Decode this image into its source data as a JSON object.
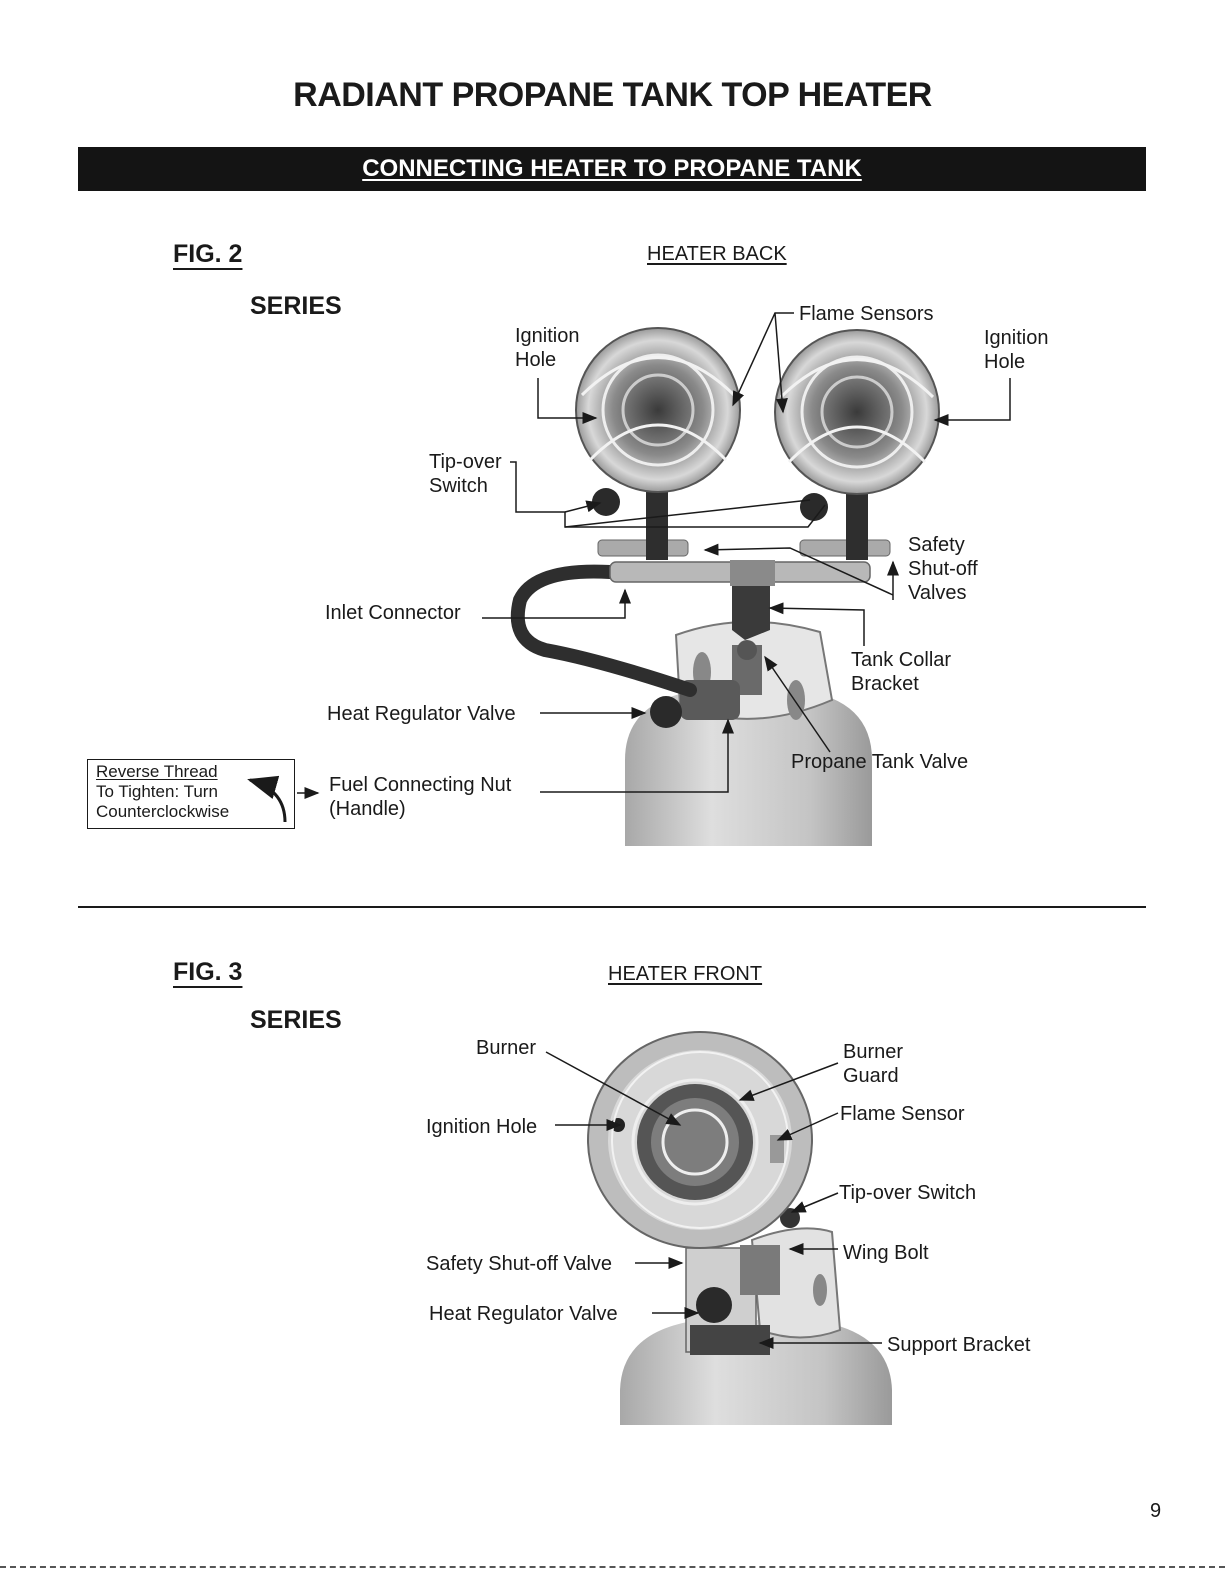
{
  "header": {
    "title": "RADIANT PROPANE TANK TOP HEATER",
    "section": "CONNECTING HEATER TO PROPANE TANK"
  },
  "fig2": {
    "label": "FIG. 2",
    "series": "SERIES",
    "view": "HEATER BACK",
    "labels": {
      "ignition_hole_left": "Ignition Hole",
      "flame_sensors": "Flame Sensors",
      "ignition_hole_right": "Ignition Hole",
      "tip_over_switch": "Tip-over Switch",
      "safety_shutoff_valves": "Safety Shut-off Valves",
      "inlet_connector": "Inlet Connector",
      "tank_collar_bracket": "Tank Collar Bracket",
      "heat_regulator_valve": "Heat Regulator Valve",
      "propane_tank_valve": "Propane Tank Valve",
      "fuel_connecting_nut": "Fuel Connecting Nut (Handle)"
    },
    "note": {
      "heading": "Reverse Thread",
      "line1": "To Tighten: Turn",
      "line2": "Counterclockwise"
    }
  },
  "fig3": {
    "label": "FIG. 3",
    "series": "SERIES",
    "view": "HEATER FRONT",
    "labels": {
      "burner": "Burner",
      "burner_guard": "Burner Guard",
      "ignition_hole": "Ignition Hole",
      "flame_sensor": "Flame Sensor",
      "tip_over_switch": "Tip-over Switch",
      "wing_bolt": "Wing Bolt",
      "safety_shutoff_valve": "Safety Shut-off Valve",
      "heat_regulator_valve": "Heat Regulator Valve",
      "support_bracket": "Support Bracket"
    }
  },
  "footer": {
    "page_number": "9"
  }
}
